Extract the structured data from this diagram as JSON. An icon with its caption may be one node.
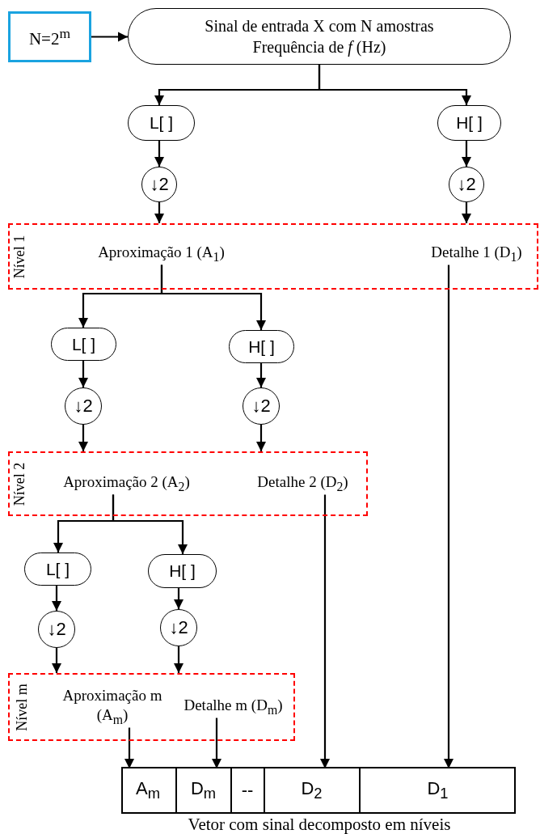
{
  "diagram": {
    "nodes": [
      {
        "text": [
          "N=2$^{m}$"
        ]
      },
      {
        "text": [
          "Sinal de entrada X com N amostras Frequência de *f* (Hz)"
        ]
      },
      {
        "text": [
          "L[ ]"
        ]
      },
      {
        "text": [
          "H[ ]"
        ]
      },
      {
        "text": [
          "↓2"
        ]
      },
      {
        "text": [
          "↓2"
        ]
      },
      {
        "text": [
          "Nível 1"
        ]
      },
      {
        "text": [
          "Aproximação 1 (A$_{1}$)"
        ],
        "in": 6
      },
      {
        "text": [
          "Detalhe 1 (D$_{1}$)"
        ],
        "in": 6
      },
      {
        "text": [
          "L[ ]"
        ]
      },
      {
        "text": [
          "H[ ]"
        ]
      },
      {
        "text": [
          "↓2"
        ]
      },
      {
        "text": [
          "↓2"
        ]
      },
      {
        "text": [
          "Nível 2"
        ]
      },
      {
        "text": [
          "Aproximação 2 (A$_{2}$)"
        ],
        "in": 13
      },
      {
        "text": [
          "Detalhe 2 (D$_{2}$)"
        ],
        "in": 13
      },
      {
        "text": [
          "L[ ]"
        ]
      },
      {
        "text": [
          "H[ ]"
        ]
      },
      {
        "text": [
          "↓2"
        ]
      },
      {
        "text": [
          "↓2"
        ]
      },
      {
        "text": [
          "Nível m"
        ]
      },
      {
        "text": [
          "Aproximação m (A$_{m}$)"
        ],
        "in": 20
      },
      {
        "text": [
          "Detalhe m (D$_{m}$)"
        ],
        "in": 20
      },
      {
        "text": [],
        "shape": "box"
      },
      {
        "text": [
          "A$_{m}$"
        ],
        "in": 23
      },
      {
        "text": [
          "D$_{m}$"
        ],
        "in": 23
      },
      {
        "text": [
          "--"
        ],
        "in": 23
      },
      {
        "text": [
          "D$_{2}$"
        ],
        "in": 23
      },
      {
        "text": [
          "D$_{1}$"
        ],
        "in": 23
      }
    ],
    "edges": [
      {
        "from": 0,
        "to": 1,
        "arrow": "to"
      },
      {
        "from": 1,
        "to": 2,
        "arrow": "to"
      },
      {
        "from": 1,
        "to": 3,
        "arrow": "to"
      },
      {
        "from": 2,
        "to": 4,
        "arrow": "to"
      },
      {
        "from": 3,
        "to": 5,
        "arrow": "to"
      },
      {
        "from": 4,
        "to": 6,
        "arrow": "to"
      },
      {
        "from": 5,
        "to": 6,
        "arrow": "to"
      },
      {
        "from": 7,
        "to": 9,
        "arrow": "to"
      },
      {
        "from": 7,
        "to": 10,
        "arrow": "to"
      },
      {
        "from": 9,
        "to": 11,
        "arrow": "to"
      },
      {
        "from": 10,
        "to": 12,
        "arrow": "to"
      },
      {
        "from": 11,
        "to": 13,
        "arrow": "to"
      },
      {
        "from": 12,
        "to": 13,
        "arrow": "to"
      },
      {
        "from": 14,
        "to": 16,
        "arrow": "to"
      },
      {
        "from": 14,
        "to": 17,
        "arrow": "to"
      },
      {
        "from": 16,
        "to": 18,
        "arrow": "to"
      },
      {
        "from": 17,
        "to": 19,
        "arrow": "to"
      },
      {
        "from": 18,
        "to": 20,
        "arrow": "to"
      },
      {
        "from": 19,
        "to": 20,
        "arrow": "to"
      },
      {
        "from": 8,
        "to": 28,
        "arrow": "to"
      },
      {
        "from": 15,
        "to": 27,
        "arrow": "to"
      },
      {
        "from": 21,
        "to": 24,
        "arrow": "to"
      },
      {
        "from": 22,
        "to": 25,
        "arrow": "to"
      }
    ],
    "labels": [
      "Vetor com sinal decomposto em níveis"
    ]
  }
}
